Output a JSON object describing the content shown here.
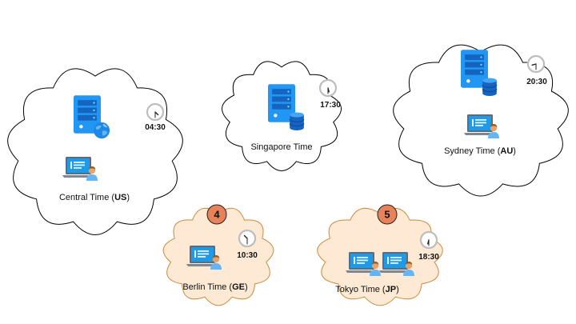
{
  "colors": {
    "cloud_white_fill": "#ffffff",
    "cloud_white_stroke": "#000000",
    "cloud_peach_fill": "#fde9d4",
    "cloud_peach_stroke": "#c8893e",
    "badge_fill": "#e8825a",
    "server_blue": "#1e88e5",
    "server_dark": "#1565c0"
  },
  "regions": [
    {
      "id": "central",
      "label_prefix": "Central Time (",
      "label_bold": "US",
      "label_suffix": ")",
      "time": "04:30",
      "clock": {
        "hour": 4,
        "minute": 30
      },
      "server": "server-globe",
      "workstations": 1,
      "badge": null
    },
    {
      "id": "singapore",
      "label_prefix": "Singapore Time",
      "label_bold": "",
      "label_suffix": "",
      "time": "17:30",
      "clock": {
        "hour": 17,
        "minute": 30
      },
      "server": "server-database",
      "workstations": 0,
      "badge": null
    },
    {
      "id": "sydney",
      "label_prefix": "Sydney Time (",
      "label_bold": "AU",
      "label_suffix": ")",
      "time": "20:30",
      "clock": {
        "hour": 20,
        "minute": 30
      },
      "server": "server-database",
      "workstations": 1,
      "badge": null
    },
    {
      "id": "berlin",
      "label_prefix": "Berlin Time (",
      "label_bold": "GE",
      "label_suffix": ")",
      "time": "10:30",
      "clock": {
        "hour": 10,
        "minute": 30
      },
      "server": null,
      "workstations": 1,
      "badge": "4"
    },
    {
      "id": "tokyo",
      "label_prefix": "Tokyo Time (",
      "label_bold": "JP",
      "label_suffix": ")",
      "time": "18:30",
      "clock": {
        "hour": 18,
        "minute": 30
      },
      "server": null,
      "workstations": 2,
      "badge": "5"
    }
  ]
}
